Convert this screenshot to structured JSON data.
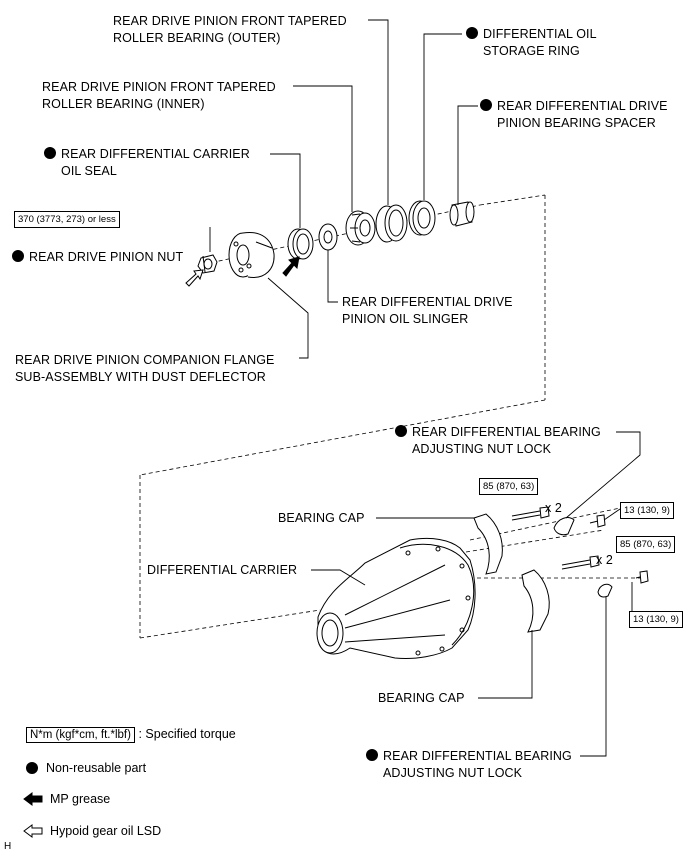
{
  "labels": {
    "front_bearing_outer": [
      "REAR DRIVE PINION FRONT TAPERED",
      "ROLLER BEARING (OUTER)"
    ],
    "oil_storage_ring": [
      "DIFFERENTIAL OIL",
      "STORAGE RING"
    ],
    "front_bearing_inner": [
      "REAR DRIVE PINION FRONT TAPERED",
      "ROLLER BEARING (INNER)"
    ],
    "pinion_bearing_spacer": [
      "REAR DIFFERENTIAL DRIVE",
      "PINION BEARING SPACER"
    ],
    "carrier_oil_seal": [
      "REAR DIFFERENTIAL CARRIER",
      "OIL SEAL"
    ],
    "pinion_nut": "REAR DRIVE PINION NUT",
    "oil_slinger": [
      "REAR DIFFERENTIAL DRIVE",
      "PINION OIL SLINGER"
    ],
    "companion_flange": [
      "REAR DRIVE PINION COMPANION FLANGE",
      "SUB-ASSEMBLY WITH DUST DEFLECTOR"
    ],
    "nut_lock_upper": [
      "REAR DIFFERENTIAL BEARING",
      "ADJUSTING NUT LOCK"
    ],
    "bearing_cap_upper": "BEARING CAP",
    "differential_carrier": "DIFFERENTIAL CARRIER",
    "bearing_cap_lower": "BEARING CAP",
    "nut_lock_lower": [
      "REAR DIFFERENTIAL BEARING",
      "ADJUSTING NUT LOCK"
    ]
  },
  "torque": {
    "pinion_nut": "370 (3773, 273) or less",
    "cap_bolt_upper": "85 (870, 63)",
    "cap_bolt_lower": "85 (870, 63)",
    "lock_bolt_upper": "13 (130, 9)",
    "lock_bolt_lower": "13 (130, 9)",
    "qty_upper": "x 2",
    "qty_lower": "x 2"
  },
  "legend": {
    "torque_box": "N*m (kgf*cm, ft.*lbf)",
    "torque_text": ": Specified torque",
    "nonreusable": "Non-reusable part",
    "mp_grease": "MP grease",
    "hypoid": "Hypoid gear oil LSD"
  },
  "corner_letter": "H"
}
